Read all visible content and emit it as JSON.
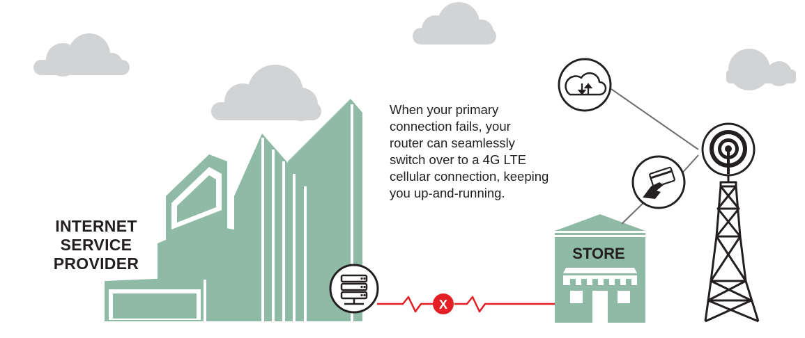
{
  "isp_label": [
    "INTERNET",
    "SERVICE",
    "PROVIDER"
  ],
  "description": [
    "When your primary",
    "connection fails, your",
    "router can seamlessly",
    "switch over to a 4G LTE",
    "cellular connection, keeping",
    "you up-and-running."
  ],
  "store_label": "STORE",
  "failure_marker": "X",
  "icons": {
    "cloud": "cloud-upload-download-icon",
    "card": "credit-card-payment-icon",
    "router": "router-server-icon",
    "tower": "cell-tower-icon",
    "antenna": "signal-antenna-icon"
  },
  "colors": {
    "building": "#8fbaa6",
    "cloud": "#d1d3d4",
    "failed_link": "#e31e24",
    "icon_stroke": "#231f20",
    "text": "#231f20"
  }
}
